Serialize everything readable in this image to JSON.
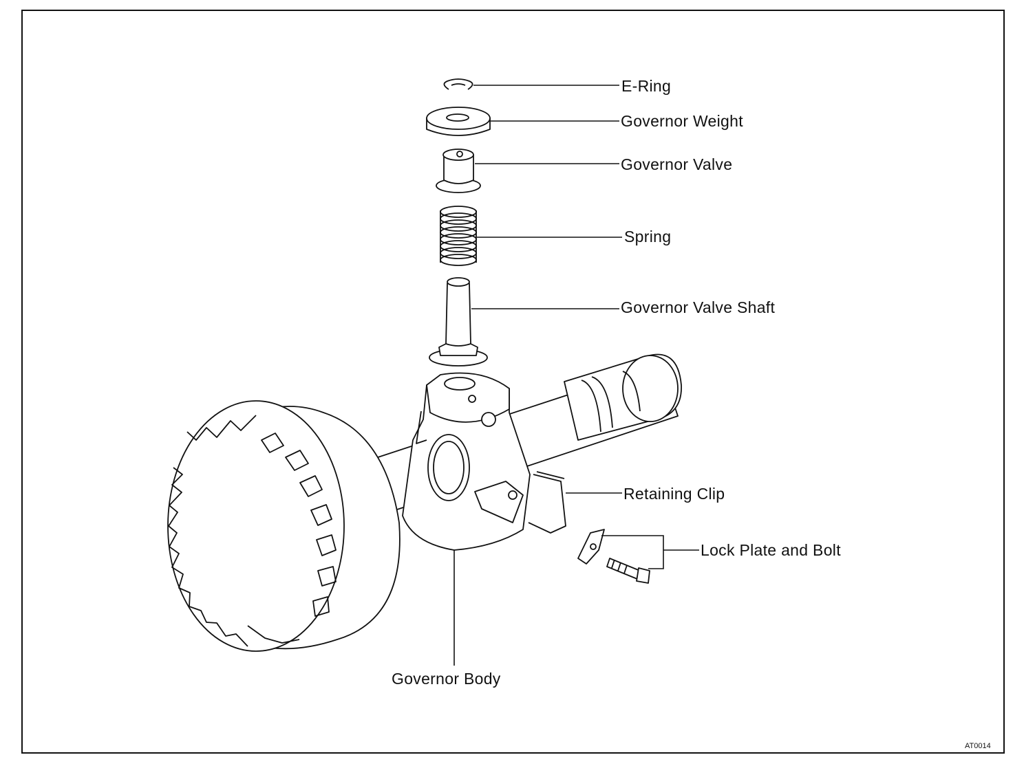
{
  "labels": {
    "e_ring": "E-Ring",
    "governor_weight": "Governor Weight",
    "governor_valve": "Governor Valve",
    "spring": "Spring",
    "governor_valve_shaft": "Governor Valve Shaft",
    "retaining_clip": "Retaining Clip",
    "lock_plate_and_bolt": "Lock Plate and Bolt",
    "governor_body": "Governor Body"
  },
  "figure_code": "AT0014",
  "colors": {
    "ink": "#111111",
    "paper": "#ffffff"
  }
}
